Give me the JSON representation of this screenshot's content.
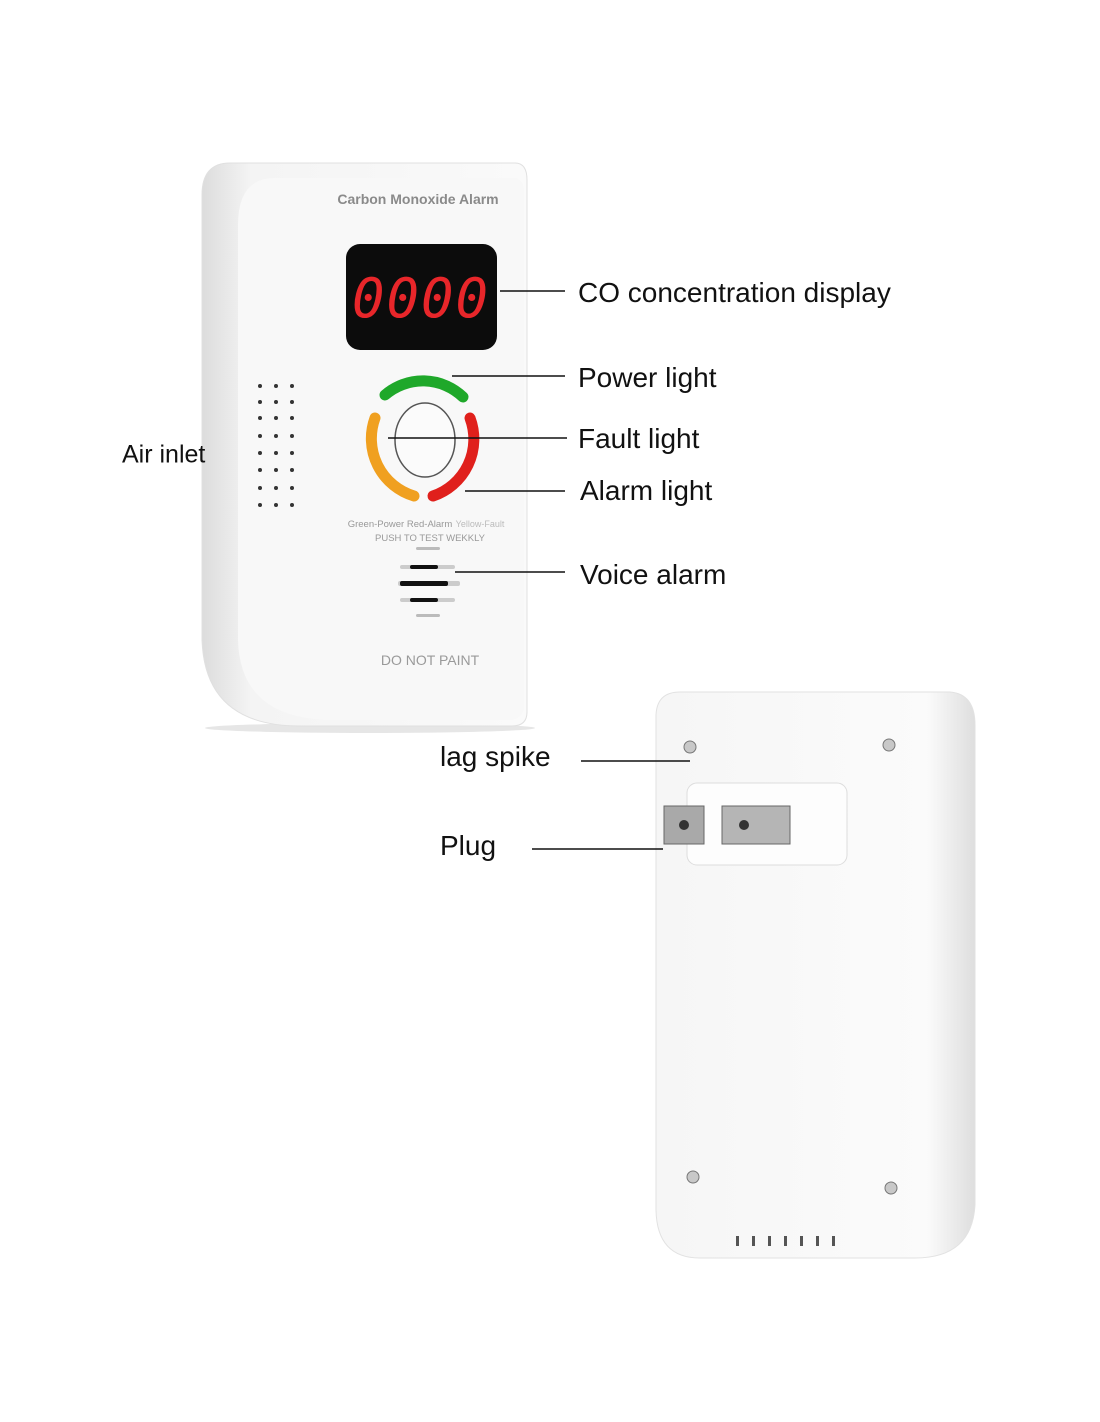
{
  "device": {
    "front_title": "Carbon Monoxide Alarm",
    "display_value": "0000",
    "legend_text": "Green-Power  Red-Alarm",
    "legend_fault": "Yellow-Fault",
    "test_text": "PUSH TO TEST WEKKLY",
    "warning_text": "DO NOT PAINT"
  },
  "colors": {
    "power": "#1fa82a",
    "fault": "#f0a020",
    "alarm": "#e0201c",
    "display_digits": "#e8262a"
  },
  "callouts": {
    "display": "CO concentration display",
    "power": "Power light",
    "fault": "Fault light",
    "alarm": "Alarm light",
    "voice": "Voice alarm",
    "air_inlet": "Air inlet",
    "lag_spike": "lag spike",
    "plug": "Plug"
  }
}
